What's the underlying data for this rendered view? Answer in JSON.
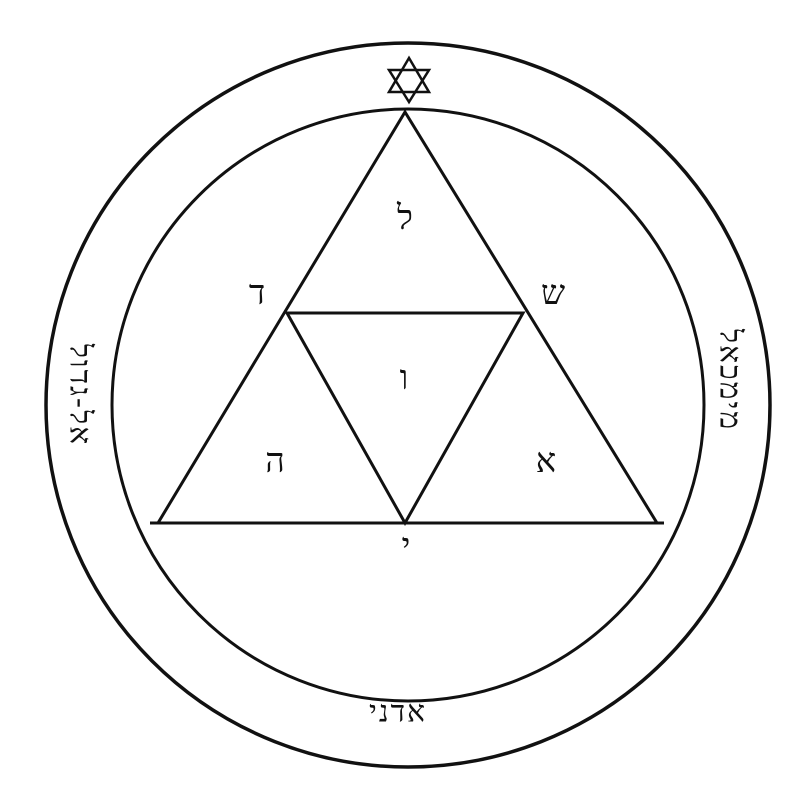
{
  "figure": {
    "ink_color": "#111111",
    "paper_color": "#ffffff",
    "top_symbol": "star-of-david-icon"
  },
  "letters": {
    "top_triangle": "ל",
    "upper_left_vertex": "ד",
    "upper_right_vertex": "ש",
    "center_triangle": "ו",
    "left_triangle": "ה",
    "right_triangle": "א",
    "bottom_vertex": "י"
  },
  "ring": {
    "left_text": "אל-גדול",
    "right_text": "מימכאל",
    "bottom_text": "אדני"
  }
}
